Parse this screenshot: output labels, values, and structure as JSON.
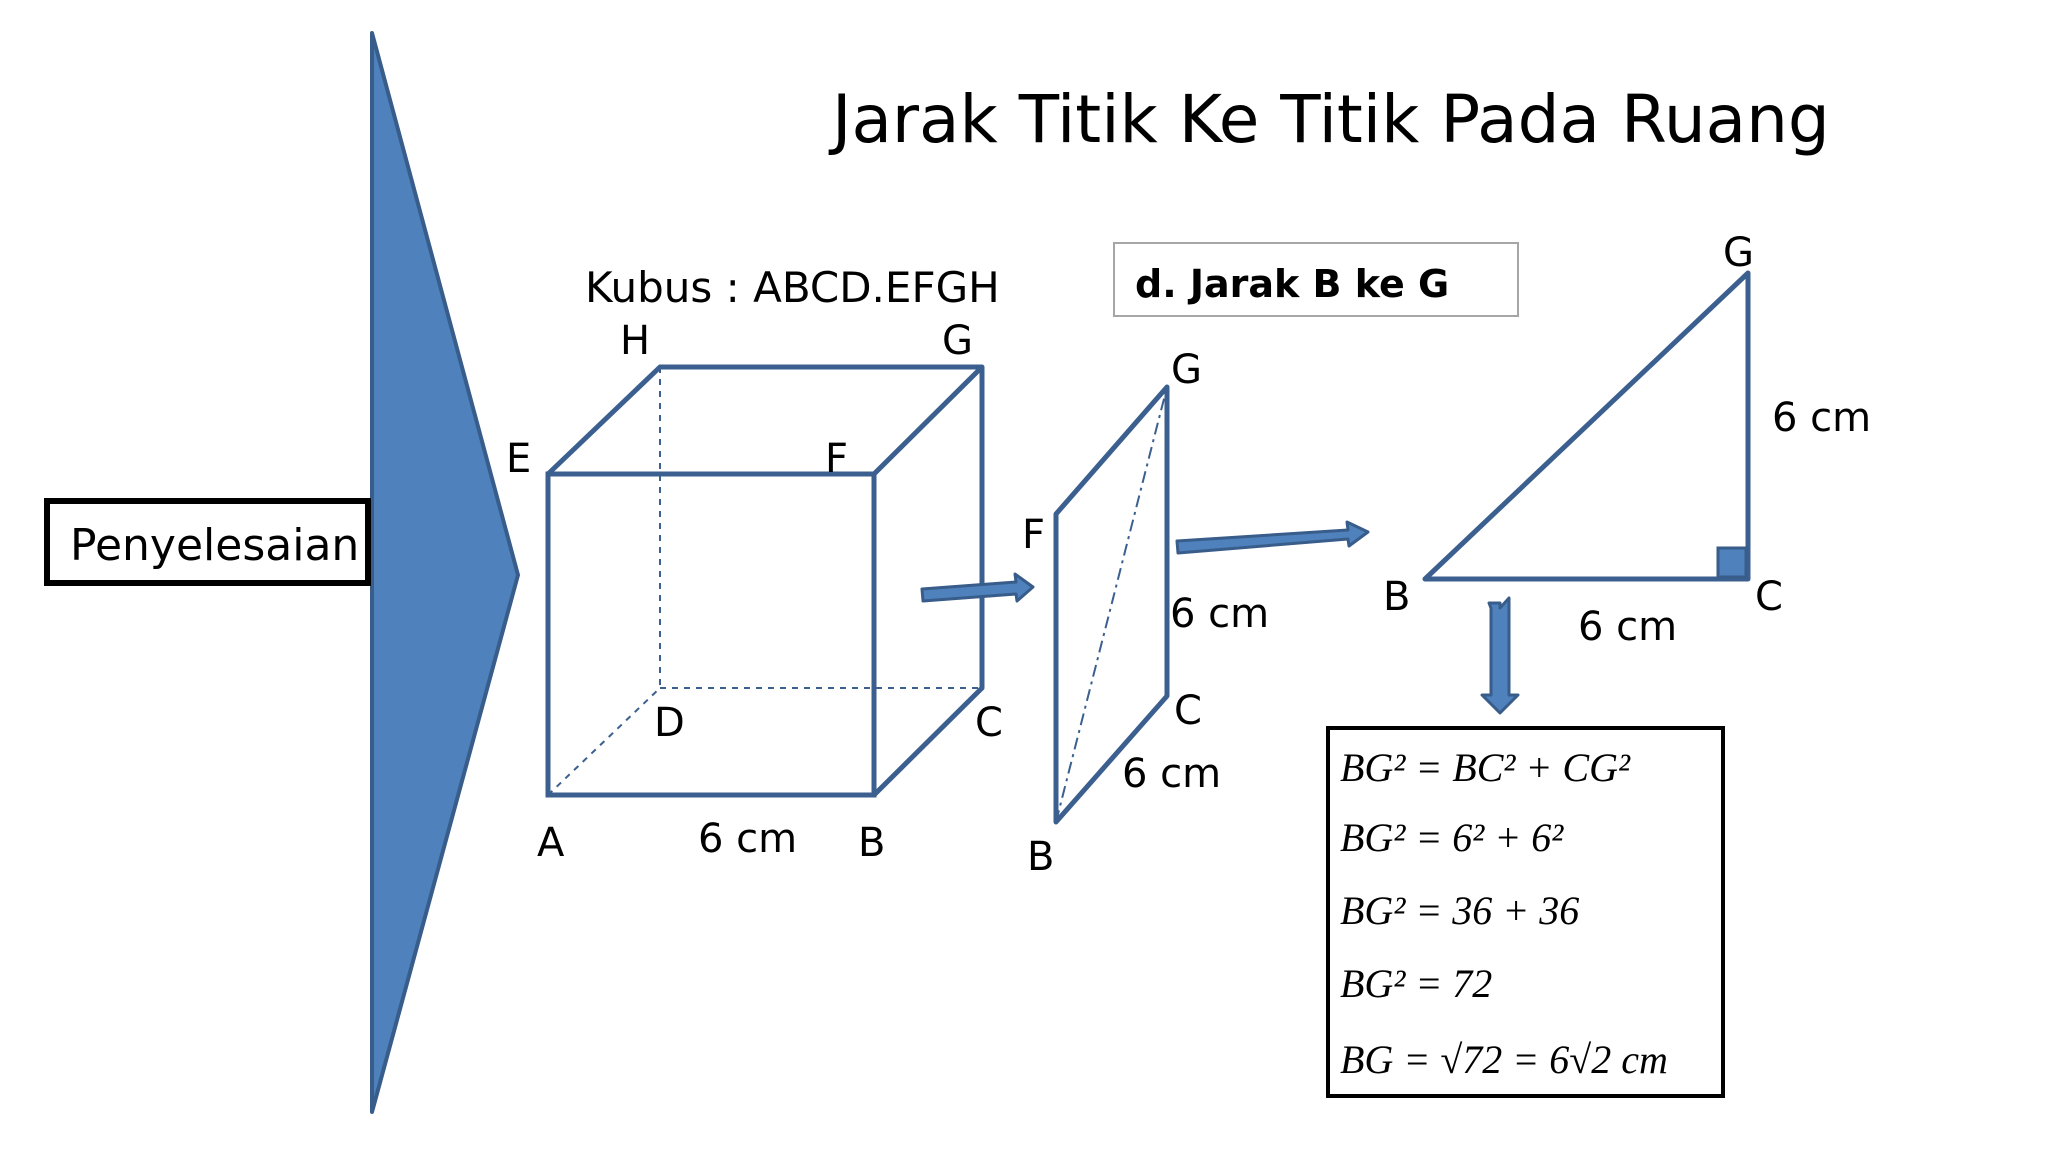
{
  "title": "Jarak Titik Ke Titik Pada Ruang",
  "side_label": "Penyelesaian",
  "cube_caption": "Kubus : ABCD.EFGH",
  "question": "d.  Jarak B ke G",
  "cube": {
    "vertices": {
      "A": "A",
      "B": "B",
      "C": "C",
      "D": "D",
      "E": "E",
      "F": "F",
      "G": "G",
      "H": "H"
    },
    "edge_label": "6 cm"
  },
  "plane": {
    "vertices": {
      "F": "F",
      "G": "G",
      "B": "B",
      "C": "C"
    },
    "label_vertical": "6 cm",
    "label_bottom": "6 cm"
  },
  "triangle": {
    "vertices": {
      "B": "B",
      "C": "C",
      "G": "G"
    },
    "label_vertical": "6 cm",
    "label_bottom": "6 cm"
  },
  "solution": {
    "lines": [
      "BG² = BC² + CG²",
      "BG² = 6² + 6²",
      "BG² = 36 + 36",
      "BG² = 72",
      "BG = √72 = 6√2 cm"
    ]
  },
  "colors": {
    "shape_fill": "#4f81bd",
    "shape_stroke": "#385d8a",
    "line": "#3b5f8f",
    "text": "#000000"
  }
}
